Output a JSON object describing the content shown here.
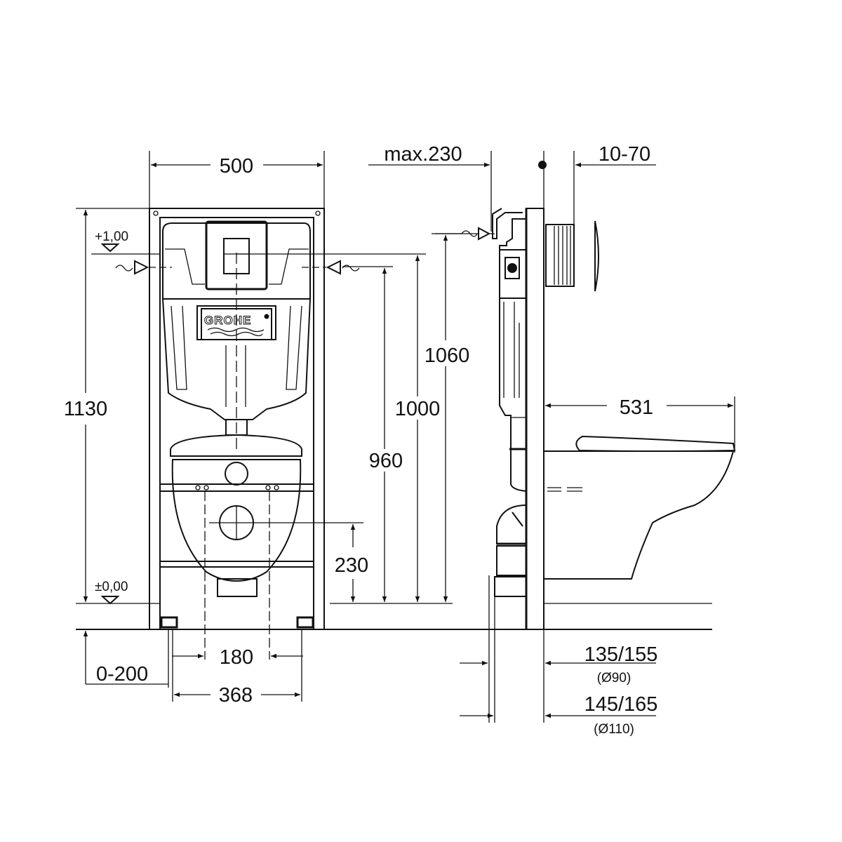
{
  "title": "Installation dimension drawing – WC frame with cistern and wall-hung toilet",
  "logo_text": "GROHE",
  "front_view": {
    "width": "500",
    "frame_height": "1130",
    "level_top": "+1,00",
    "level_zero": "±0,00",
    "flush_plate_height": "1060",
    "inlet_height": "1000",
    "side_inlet_height": "960",
    "drain_height": "230",
    "bolt_spacing": "180",
    "foot_spacing": "368",
    "foot_adjust": "0-200"
  },
  "side_view": {
    "max_depth": "max.230",
    "wall_thickness": "10-70",
    "bowl_projection": "531",
    "drain_offset_90": "135/155",
    "drain_90_diameter": "(Ø90)",
    "drain_offset_110": "145/165",
    "drain_110_diameter": "(Ø110)"
  }
}
